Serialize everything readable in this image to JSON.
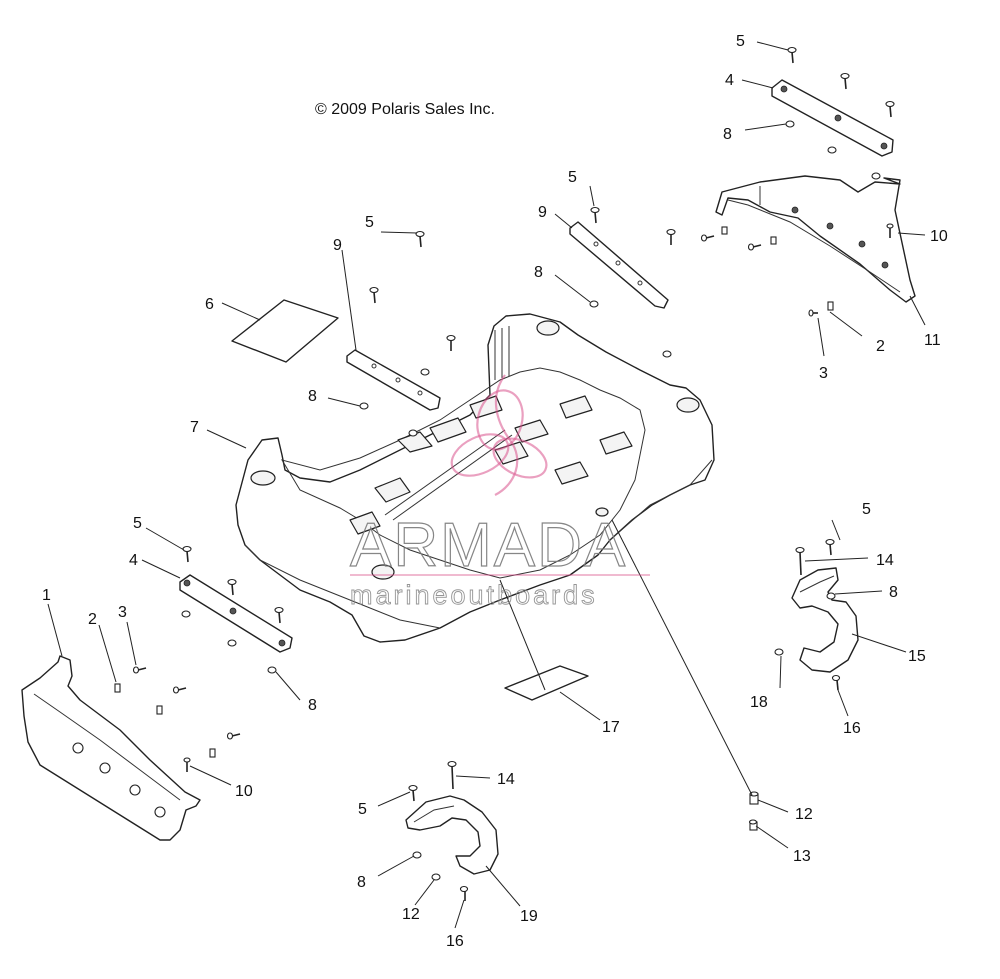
{
  "copyright": "© 2009 Polaris Sales Inc.",
  "watermark": {
    "brand": "ARMADA",
    "tagline": "marineoutboards",
    "accent_color": "#d9508a"
  },
  "callouts": [
    "1",
    "2",
    "3",
    "4",
    "5",
    "6",
    "7",
    "8",
    "9",
    "10",
    "11",
    "12",
    "13",
    "14",
    "15",
    "16",
    "17",
    "18",
    "19"
  ],
  "labels": {
    "l5a": "5",
    "l4a": "4",
    "l8a": "8",
    "l5b": "5",
    "l9a": "9",
    "l10a": "10",
    "l5c": "5",
    "l9b": "9",
    "l8b": "8",
    "l6": "6",
    "l8c": "8",
    "l2a": "2",
    "l3a": "3",
    "l11": "11",
    "l7": "7",
    "l5d": "5",
    "l4b": "4",
    "l1": "1",
    "l2b": "2",
    "l3b": "3",
    "l8d": "8",
    "l10b": "10",
    "l5e": "5",
    "l14a": "14",
    "l8e": "8",
    "l15": "15",
    "l18": "18",
    "l16a": "16",
    "l17": "17",
    "l14b": "14",
    "l5f": "5",
    "l12a": "12",
    "l13": "13",
    "l8f": "8",
    "l12b": "12",
    "l19": "19",
    "l16b": "16"
  }
}
